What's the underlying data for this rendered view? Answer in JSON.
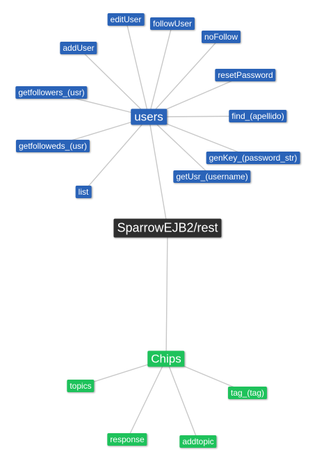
{
  "colors": {
    "users_group": "#2a63b8",
    "chips_group": "#1ec25b",
    "root": "#2e2e2e",
    "edge": "#c8c8c8"
  },
  "root": {
    "label": "SparrowEJB2/rest"
  },
  "groups": [
    {
      "label": "users",
      "children": [
        "editUser",
        "followUser",
        "noFollow",
        "addUser",
        "resetPassword",
        "getfollowers_(usr)",
        "find_(apellido)",
        "getfolloweds_(usr)",
        "genKey_(password_str)",
        "getUsr_(username)",
        "list"
      ]
    },
    {
      "label": "Chips",
      "children": [
        "topics",
        "tag_(tag)",
        "response",
        "addtopic"
      ]
    }
  ]
}
